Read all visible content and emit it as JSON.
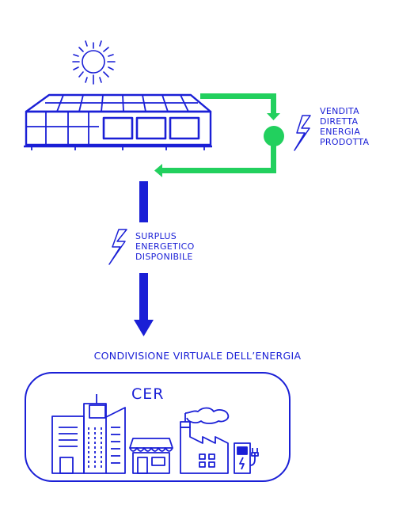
{
  "diagram": {
    "sale_lines": [
      "VENDITA",
      "DIRETTA",
      "ENERGIA",
      "PRODOTTA"
    ],
    "surplus_lines": [
      "SURPLUS",
      "ENERGETICO",
      "DISPONIBILE"
    ],
    "community_title": "CONDIVISIONE VIRTUALE DELL’ENERGIA",
    "cer_label": "CER"
  },
  "colors": {
    "primary": "#1a1fd6",
    "flow": "#22d05e",
    "background": "#ffffff"
  },
  "icons": [
    "sun-icon",
    "greenhouse-icon",
    "meter-node-icon",
    "lightning-icon",
    "city-buildings-icon",
    "shop-icon",
    "factory-icon",
    "ev-charger-icon"
  ]
}
